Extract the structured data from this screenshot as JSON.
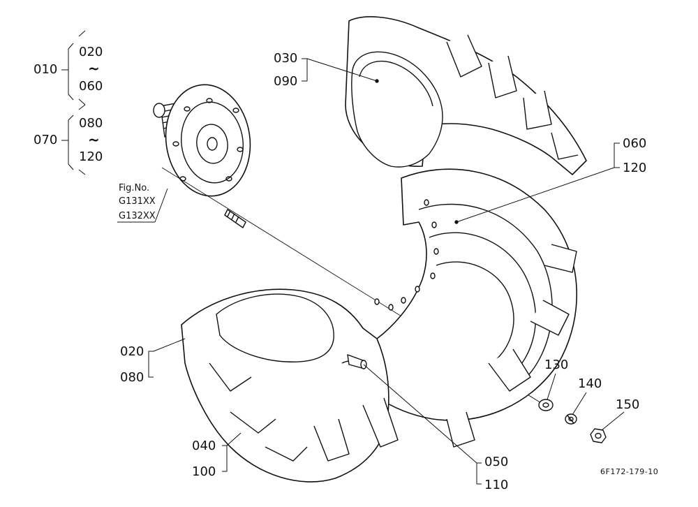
{
  "callouts": {
    "c010": "010",
    "c020_top": "020",
    "c060_top": "060",
    "c070": "070",
    "c080_top": "080",
    "c120_top": "120",
    "range_sep_1": "~",
    "range_sep_2": "~",
    "c030": "030",
    "c090": "090",
    "c060": "060",
    "c120": "120",
    "c020": "020",
    "c080": "080",
    "c040": "040",
    "c100": "100",
    "c050": "050",
    "c110": "110",
    "c130": "130",
    "c140": "140",
    "c150": "150"
  },
  "reference": {
    "fig_label": "Fig.No.",
    "fig_1": "G131XX",
    "fig_2": "G132XX"
  },
  "drawing_code": "6F172-179-10"
}
